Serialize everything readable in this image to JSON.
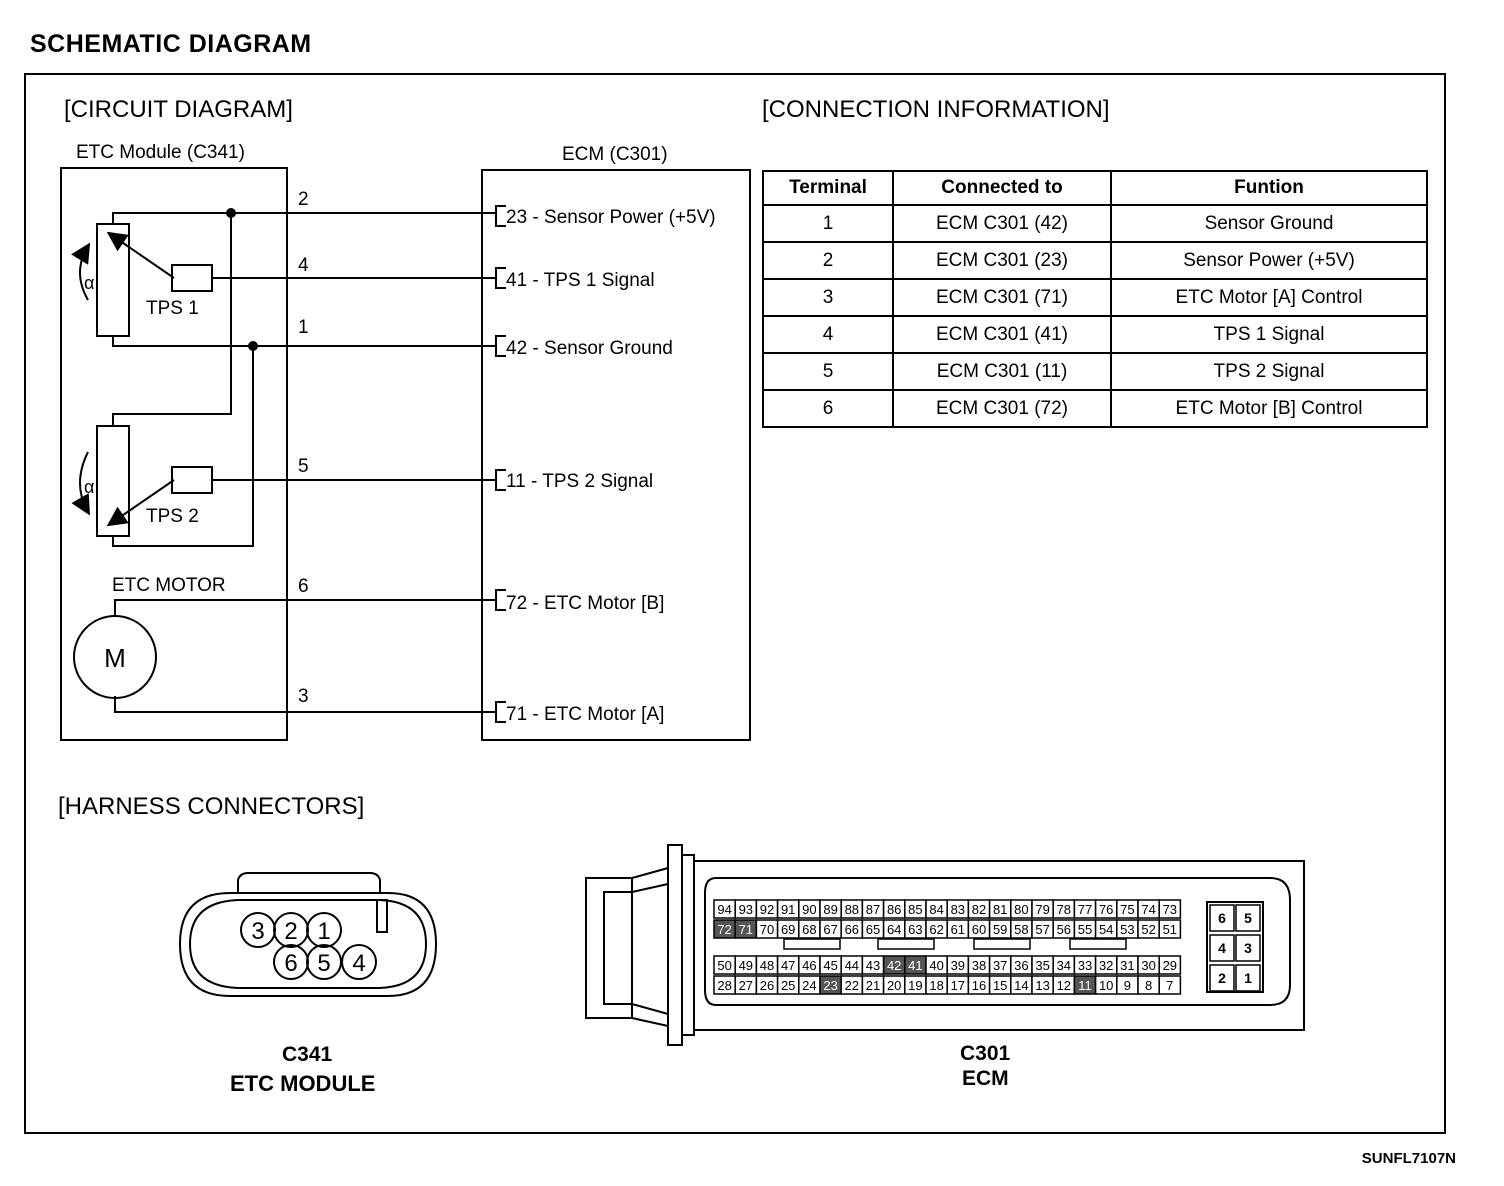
{
  "title": "SCHEMATIC DIAGRAM",
  "circuit": {
    "heading": "[CIRCUIT DIAGRAM]",
    "etc_module_label": "ETC Module (C341)",
    "ecm_label": "ECM (C301)",
    "tps1": "TPS 1",
    "tps2": "TPS 2",
    "motor_label": "ETC MOTOR",
    "motor_symbol": "M",
    "alpha": "α",
    "wires": [
      {
        "pin": "2",
        "ecm_text": "23 - Sensor Power (+5V)"
      },
      {
        "pin": "4",
        "ecm_text": "41 - TPS 1 Signal"
      },
      {
        "pin": "1",
        "ecm_text": "42 - Sensor Ground"
      },
      {
        "pin": "5",
        "ecm_text": "11 - TPS 2 Signal"
      },
      {
        "pin": "6",
        "ecm_text": "72 - ETC Motor [B]"
      },
      {
        "pin": "3",
        "ecm_text": "71 - ETC Motor [A]"
      }
    ]
  },
  "connection": {
    "heading": "[CONNECTION INFORMATION]",
    "headers": [
      "Terminal",
      "Connected to",
      "Funtion"
    ],
    "rows": [
      [
        "1",
        "ECM C301 (42)",
        "Sensor Ground"
      ],
      [
        "2",
        "ECM C301 (23)",
        "Sensor Power (+5V)"
      ],
      [
        "3",
        "ECM C301 (71)",
        "ETC Motor [A] Control"
      ],
      [
        "4",
        "ECM C301 (41)",
        "TPS 1 Signal"
      ],
      [
        "5",
        "ECM C301 (11)",
        "TPS 2 Signal"
      ],
      [
        "6",
        "ECM C301 (72)",
        "ETC Motor [B] Control"
      ]
    ]
  },
  "harness": {
    "heading": "[HARNESS CONNECTORS]",
    "c341_pins_top": [
      "3",
      "2",
      "1"
    ],
    "c341_pins_bottom": [
      "6",
      "5",
      "4"
    ],
    "c341_name": "C341",
    "c341_desc": "ETC MODULE",
    "c301_name": "C301",
    "c301_desc": "ECM",
    "ecm_row1": [
      "94",
      "93",
      "92",
      "91",
      "90",
      "89",
      "88",
      "87",
      "86",
      "85",
      "84",
      "83",
      "82",
      "81",
      "80",
      "79",
      "78",
      "77",
      "76",
      "75",
      "74",
      "73"
    ],
    "ecm_row2": [
      "72",
      "71",
      "70",
      "69",
      "68",
      "67",
      "66",
      "65",
      "64",
      "63",
      "62",
      "61",
      "60",
      "59",
      "58",
      "57",
      "56",
      "55",
      "54",
      "53",
      "52",
      "51"
    ],
    "ecm_row3": [
      "50",
      "49",
      "48",
      "47",
      "46",
      "45",
      "44",
      "43",
      "42",
      "41",
      "40",
      "39",
      "38",
      "37",
      "36",
      "35",
      "34",
      "33",
      "32",
      "31",
      "30",
      "29"
    ],
    "ecm_row4": [
      "28",
      "27",
      "26",
      "25",
      "24",
      "23",
      "22",
      "21",
      "20",
      "19",
      "18",
      "17",
      "16",
      "15",
      "14",
      "13",
      "12",
      "11",
      "10",
      "9",
      "8",
      "7"
    ],
    "ecm_used": [
      "72",
      "71",
      "42",
      "41",
      "23",
      "11"
    ],
    "small_block": [
      [
        "6",
        "5"
      ],
      [
        "4",
        "3"
      ],
      [
        "2",
        "1"
      ]
    ]
  },
  "figure_code": "SUNFL7107N"
}
